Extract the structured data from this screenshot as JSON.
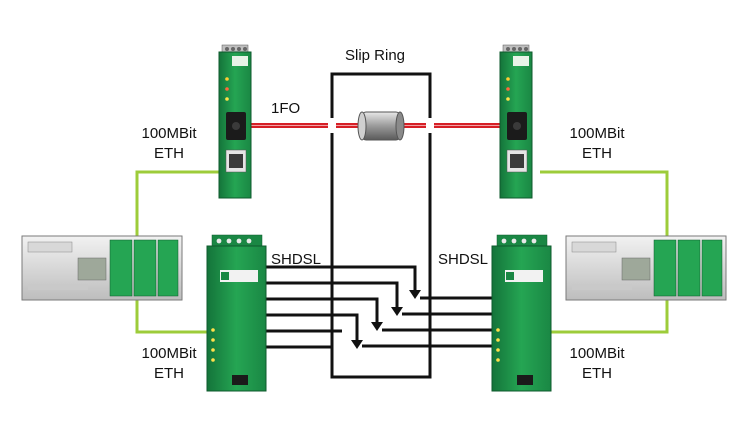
{
  "labels": {
    "slip_ring": "Slip Ring",
    "fiber": "1FO",
    "eth_speed": "100MBit",
    "eth": "ETH",
    "shdsl": "SHDSL"
  },
  "colors": {
    "fiber": "#d61f26",
    "ethernet_cable": "#9dcc3a",
    "module_green": "#25a553",
    "module_dark_green": "#14743a",
    "wire": "#111111"
  },
  "icons": {
    "fiber_converter": "media-converter-icon",
    "shdsl_extender": "shdsl-extender-icon",
    "plc": "plc-controller-icon",
    "slip_ring": "slip-ring-cylinder-icon"
  }
}
